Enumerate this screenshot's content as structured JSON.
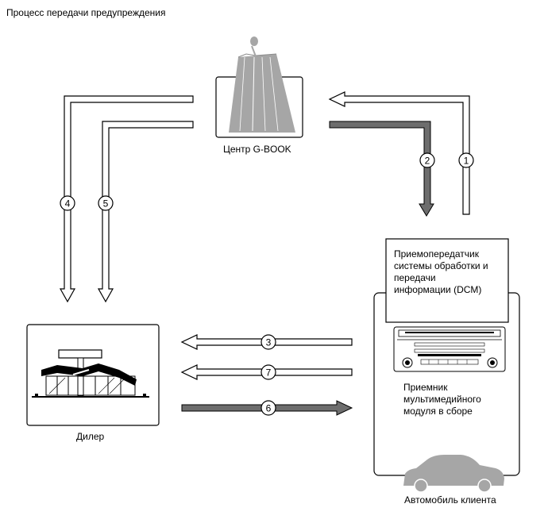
{
  "title": "Процесс передачи предупреждения",
  "nodes": {
    "center": {
      "label": "Центр G-BOOK",
      "icon": "gbook-center-building-icon"
    },
    "dealer": {
      "label": "Дилер",
      "icon": "dealer-building-icon"
    },
    "customer_car": {
      "label": "Автомобиль клиента",
      "icon": "car-icon"
    },
    "dcm": {
      "label": "Приемопередатчик\nсистемы обработки и\nпередачи\nинформации (DCM)"
    },
    "multimedia": {
      "label": "Приемник\nмультимедийного\nмодуля в сборе",
      "icon": "multimedia-receiver-icon"
    }
  },
  "steps": [
    "1",
    "2",
    "3",
    "4",
    "5",
    "6",
    "7"
  ],
  "colors": {
    "line": "#000000",
    "shade": "#a6a6a6",
    "dark_arrow": "#6d6d6d",
    "background": "#ffffff"
  }
}
